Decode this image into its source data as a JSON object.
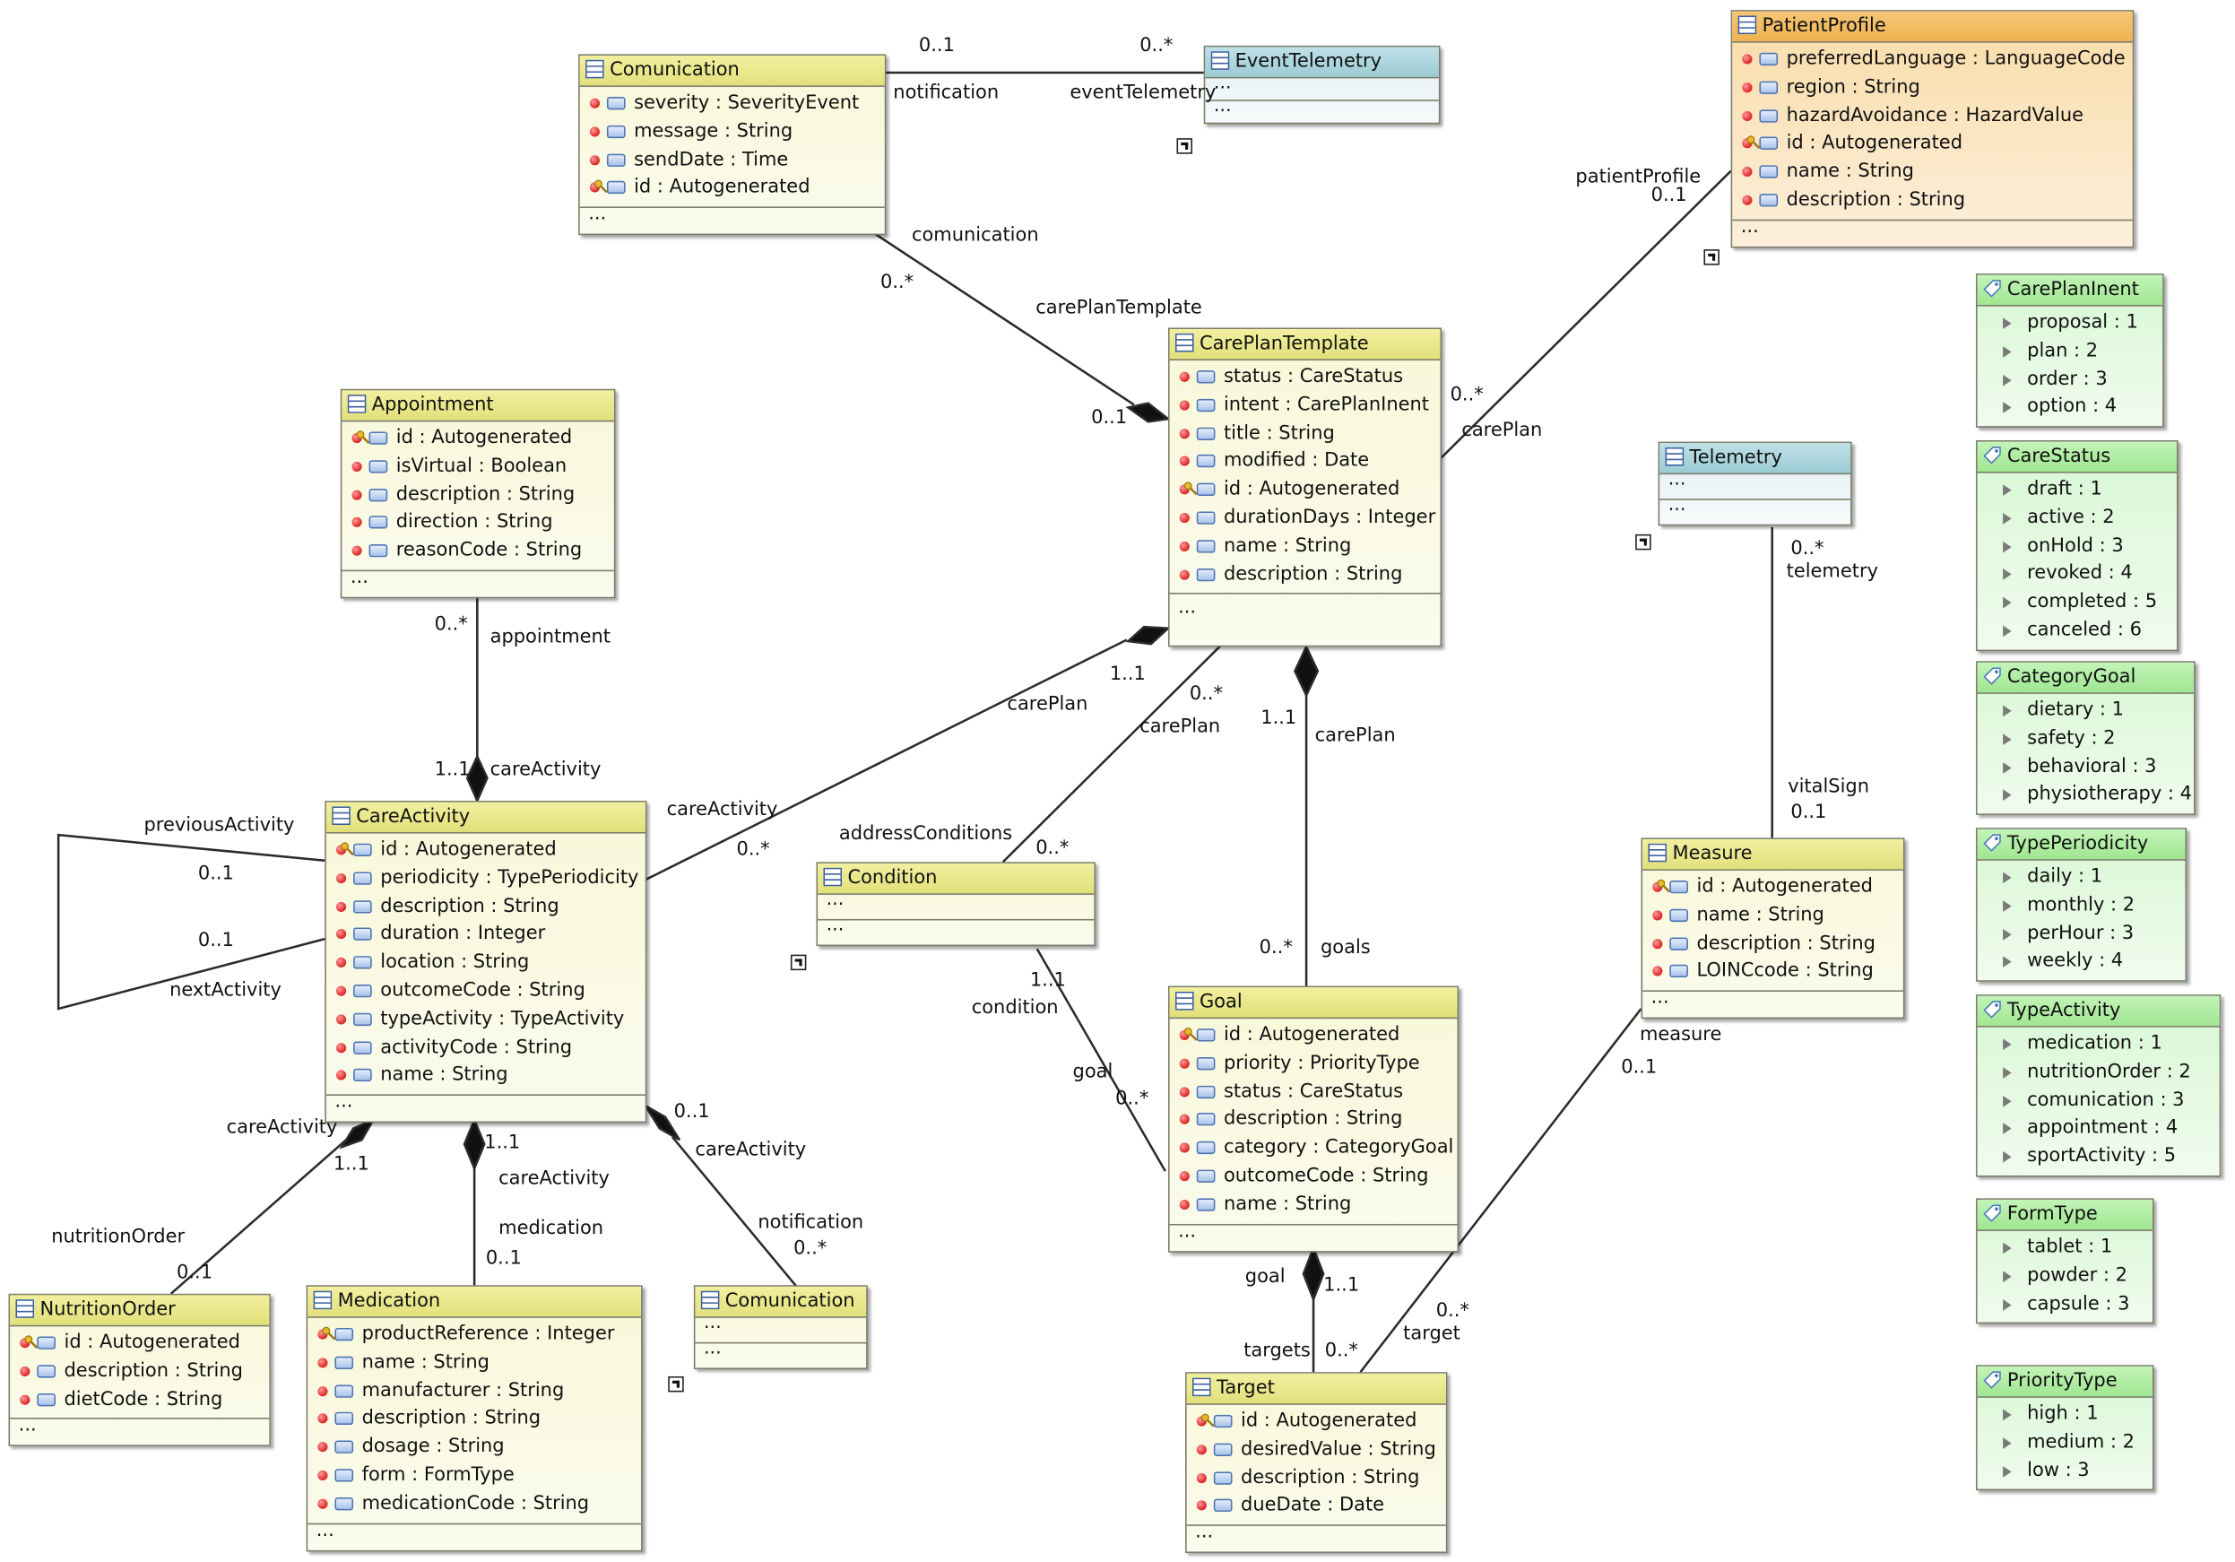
{
  "classes": {
    "comunication_top": {
      "name": "Comunication",
      "attributes": [
        {
          "text": "severity : SeverityEvent",
          "key": false
        },
        {
          "text": "message : String",
          "key": false
        },
        {
          "text": "sendDate : Time",
          "key": false
        },
        {
          "text": "id : Autogenerated",
          "key": true
        }
      ],
      "footer": "..."
    },
    "event_telemetry": {
      "name": "EventTelemetry",
      "row1": "...",
      "row2": "..."
    },
    "patient_profile": {
      "name": "PatientProfile",
      "attributes": [
        {
          "text": "preferredLanguage : LanguageCode",
          "key": false
        },
        {
          "text": "region : String",
          "key": false
        },
        {
          "text": "hazardAvoidance : HazardValue",
          "key": false
        },
        {
          "text": "id : Autogenerated",
          "key": true
        },
        {
          "text": "name : String",
          "key": false
        },
        {
          "text": "description : String",
          "key": false
        }
      ],
      "footer": "..."
    },
    "appointment": {
      "name": "Appointment",
      "attributes": [
        {
          "text": "id : Autogenerated",
          "key": true
        },
        {
          "text": "isVirtual : Boolean",
          "key": false
        },
        {
          "text": "description : String",
          "key": false
        },
        {
          "text": "direction : String",
          "key": false
        },
        {
          "text": "reasonCode : String",
          "key": false
        }
      ],
      "footer": "..."
    },
    "care_plan_template": {
      "name": "CarePlanTemplate",
      "attributes": [
        {
          "text": "status : CareStatus",
          "key": false
        },
        {
          "text": "intent : CarePlanInent",
          "key": false
        },
        {
          "text": "title : String",
          "key": false
        },
        {
          "text": "modified : Date",
          "key": false
        },
        {
          "text": "id : Autogenerated",
          "key": true
        },
        {
          "text": "durationDays : Integer",
          "key": false
        },
        {
          "text": "name : String",
          "key": false
        },
        {
          "text": "description : String",
          "key": false
        }
      ],
      "footer": "..."
    },
    "telemetry": {
      "name": "Telemetry",
      "row1": "...",
      "row2": "..."
    },
    "care_activity": {
      "name": "CareActivity",
      "attributes": [
        {
          "text": "id : Autogenerated",
          "key": true
        },
        {
          "text": "periodicity : TypePeriodicity",
          "key": false
        },
        {
          "text": "description : String",
          "key": false
        },
        {
          "text": "duration : Integer",
          "key": false
        },
        {
          "text": "location : String",
          "key": false
        },
        {
          "text": "outcomeCode : String",
          "key": false
        },
        {
          "text": "typeActivity : TypeActivity",
          "key": false
        },
        {
          "text": "activityCode : String",
          "key": false
        },
        {
          "text": "name : String",
          "key": false
        }
      ],
      "footer": "..."
    },
    "condition": {
      "name": "Condition",
      "row1": "...",
      "row2": "..."
    },
    "measure": {
      "name": "Measure",
      "attributes": [
        {
          "text": "id : Autogenerated",
          "key": true
        },
        {
          "text": "name : String",
          "key": false
        },
        {
          "text": "description : String",
          "key": false
        },
        {
          "text": "LOINCcode : String",
          "key": false
        }
      ],
      "footer": "..."
    },
    "goal": {
      "name": "Goal",
      "attributes": [
        {
          "text": "id : Autogenerated",
          "key": true
        },
        {
          "text": "priority : PriorityType",
          "key": false
        },
        {
          "text": "status : CareStatus",
          "key": false
        },
        {
          "text": "description : String",
          "key": false
        },
        {
          "text": "category : CategoryGoal",
          "key": false
        },
        {
          "text": "outcomeCode : String",
          "key": false
        },
        {
          "text": "name : String",
          "key": false
        }
      ],
      "footer": "..."
    },
    "nutrition_order": {
      "name": "NutritionOrder",
      "attributes": [
        {
          "text": "id : Autogenerated",
          "key": true
        },
        {
          "text": "description : String",
          "key": false
        },
        {
          "text": "dietCode : String",
          "key": false
        }
      ],
      "footer": "..."
    },
    "medication": {
      "name": "Medication",
      "attributes": [
        {
          "text": "productReference : Integer",
          "key": true
        },
        {
          "text": "name : String",
          "key": false
        },
        {
          "text": "manufacturer : String",
          "key": false
        },
        {
          "text": "description : String",
          "key": false
        },
        {
          "text": "dosage : String",
          "key": false
        },
        {
          "text": "form : FormType",
          "key": false
        },
        {
          "text": "medicationCode : String",
          "key": false
        }
      ],
      "footer": "..."
    },
    "comunication_bottom": {
      "name": "Comunication",
      "row1": "...",
      "row2": "..."
    },
    "target": {
      "name": "Target",
      "attributes": [
        {
          "text": "id : Autogenerated",
          "key": true
        },
        {
          "text": "desiredValue : String",
          "key": false
        },
        {
          "text": "description : String",
          "key": false
        },
        {
          "text": "dueDate : Date",
          "key": false
        }
      ],
      "footer": "..."
    }
  },
  "enums": {
    "care_plan_inent": {
      "name": "CarePlanInent",
      "literals": [
        "proposal : 1",
        "plan : 2",
        "order : 3",
        "option : 4"
      ]
    },
    "care_status": {
      "name": "CareStatus",
      "literals": [
        "draft : 1",
        "active : 2",
        "onHold : 3",
        "revoked : 4",
        "completed : 5",
        "canceled : 6"
      ]
    },
    "category_goal": {
      "name": "CategoryGoal",
      "literals": [
        "dietary : 1",
        "safety : 2",
        "behavioral : 3",
        "physiotherapy : 4"
      ]
    },
    "type_periodicity": {
      "name": "TypePeriodicity",
      "literals": [
        "daily : 1",
        "monthly : 2",
        "perHour : 3",
        "weekly : 4"
      ]
    },
    "type_activity": {
      "name": "TypeActivity",
      "literals": [
        "medication : 1",
        "nutritionOrder : 2",
        "comunication : 3",
        "appointment : 4",
        "sportActivity : 5"
      ]
    },
    "form_type": {
      "name": "FormType",
      "literals": [
        "tablet : 1",
        "powder : 2",
        "capsule : 3"
      ]
    },
    "priority_type": {
      "name": "PriorityType",
      "literals": [
        "high : 1",
        "medium : 2",
        "low : 3"
      ]
    }
  },
  "labels": {
    "l_0_1_a": "0..1",
    "l_0_star_a": "0..*",
    "notification": "notification",
    "eventTelemetry": "eventTelemetry",
    "comunication": "comunication",
    "l_0_star_b": "0..*",
    "carePlanTemplate": "carePlanTemplate",
    "l_0_1_b": "0..1",
    "patientProfile": "patientProfile",
    "l_0_1_c": "0..1",
    "l_0_star_c": "0..*",
    "carePlan_a": "carePlan",
    "l_0_star_d": "0..*",
    "telemetry": "telemetry",
    "l_0_star_e": "0..*",
    "appointment": "appointment",
    "l_1_1_a": "1..1",
    "careActivity_a": "careActivity",
    "previousActivity": "previousActivity",
    "l_0_1_d": "0..1",
    "l_0_1_e": "0..1",
    "nextActivity": "nextActivity",
    "l_1_1_b": "1..1",
    "carePlan_b": "carePlan",
    "careActivity_b": "careActivity",
    "l_0_star_f": "0..*",
    "l_0_star_g": "0..*",
    "carePlan_c": "carePlan",
    "addressConditions": "addressConditions",
    "l_0_star_h": "0..*",
    "l_1_1_c": "1..1",
    "carePlan_d": "carePlan",
    "vitalSign": "vitalSign",
    "l_0_1_f": "0..1",
    "l_0_star_i": "0..*",
    "goals": "goals",
    "l_1_1_d": "1..1",
    "condition": "condition",
    "goal_a": "goal",
    "l_0_star_j": "0..*",
    "measure": "measure",
    "l_0_1_g": "0..1",
    "careActivity_c": "careActivity",
    "l_1_1_e": "1..1",
    "l_1_1_f": "1..1",
    "careActivity_d": "careActivity",
    "l_0_1_h": "0..1",
    "careActivity_e": "careActivity",
    "medication": "medication",
    "l_0_1_i": "0..1",
    "notification_b": "notification",
    "l_0_star_k": "0..*",
    "nutritionOrder": "nutritionOrder",
    "l_0_1_j": "0..1",
    "goal_b": "goal",
    "l_1_1_g": "1..1",
    "l_0_star_l": "0..*",
    "target": "target",
    "targets": "targets",
    "l_0_star_m": "0..*"
  },
  "colors": {
    "class_header": "#e2e07a",
    "datatype_header": "#9ccbd4",
    "profile_header": "#efb150",
    "enum_header": "#9fe690",
    "line": "#2b2b2b"
  },
  "icons": {
    "class": "class-icon",
    "enum": "enumeration-icon",
    "attribute": "attribute-icon",
    "key": "key-icon",
    "required": "required-dot-icon",
    "external": "external-link-icon",
    "literal": "literal-arrow-icon"
  }
}
